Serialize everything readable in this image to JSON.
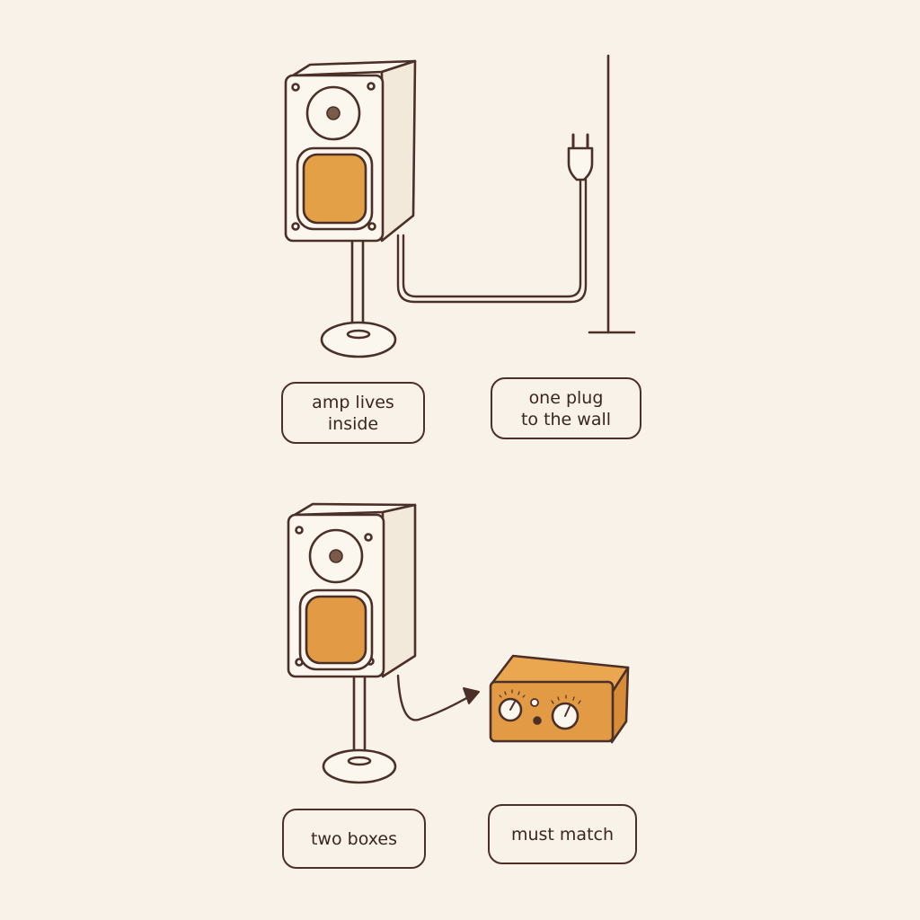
{
  "panels": [
    {
      "id": "active",
      "label_left": "amp lives\ninside",
      "label_right": "one plug\nto the wall"
    },
    {
      "id": "passive",
      "label_left": "two boxes",
      "label_right": "must match"
    }
  ],
  "colors": {
    "background": "#f8f2e8",
    "ink": "#4a3028",
    "woofer_fill": "#e4a046",
    "amp_fill": "#e39a45",
    "cabinet_fill": "#fbf6ee"
  }
}
